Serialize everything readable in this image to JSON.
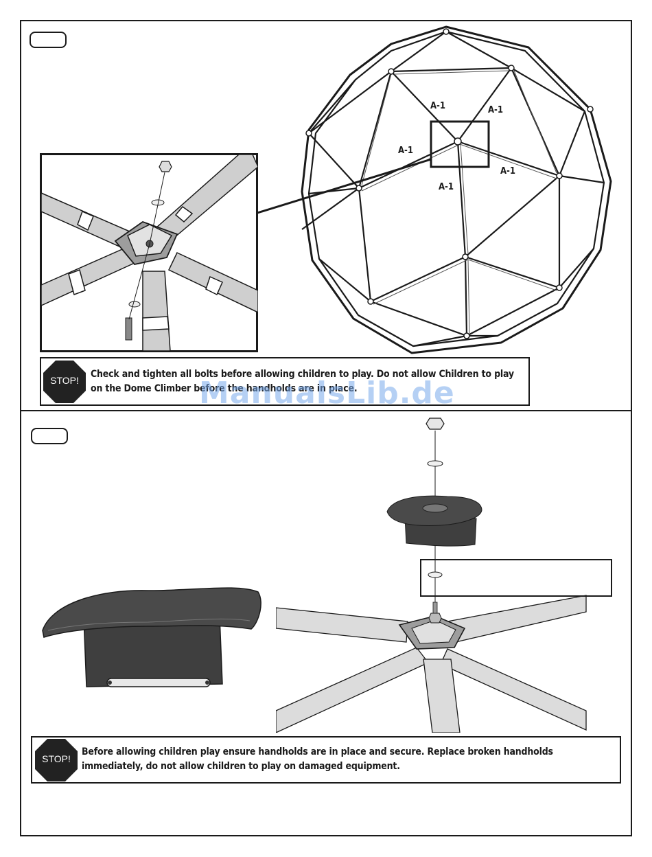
{
  "step1": {
    "labels": [
      "A-1",
      "A-1",
      "A-1",
      "A-1",
      "A-1"
    ],
    "warning": {
      "icon_text": "STOP!",
      "text": "Check and tighten all bolts before allowing children to play. Do not allow Children to play on the Dome Climber before the handholds are in place."
    }
  },
  "step2": {
    "warning": {
      "icon_text": "STOP!",
      "text": "Before allowing children play ensure handholds are in place and secure. Replace broken handholds immediately, do not allow children to play on damaged equipment."
    }
  },
  "watermark": "ManualsLib.de",
  "colors": {
    "handhold": "#4a4a4a",
    "tube": "#cfcfcf",
    "outline": "#1a1a1a",
    "watermark": "#78aaeb"
  }
}
